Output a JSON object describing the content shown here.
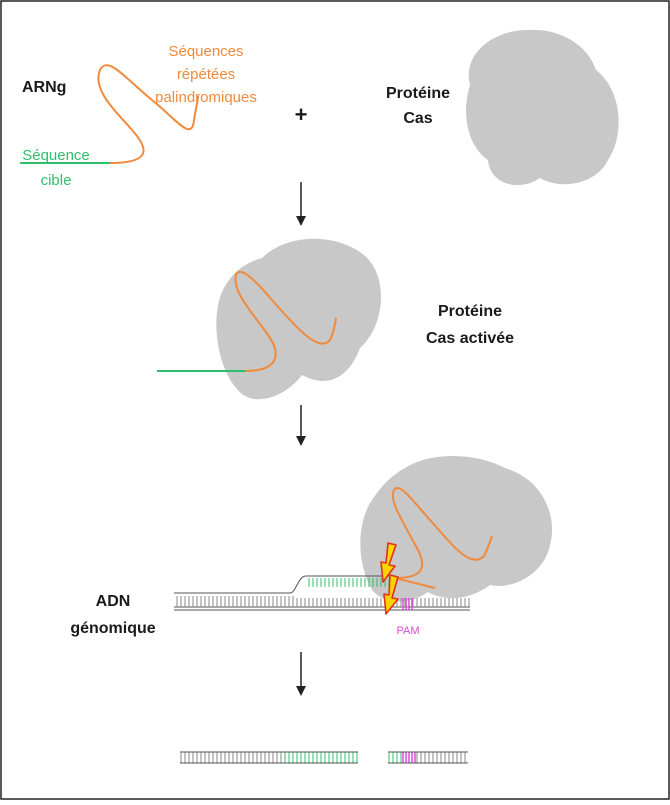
{
  "labels": {
    "arng": "ARNg",
    "sequences_repetees": [
      "Séquences",
      "répétées",
      "palindromiques"
    ],
    "sequence_cible": [
      "Séquence",
      "cible"
    ],
    "plus": "+",
    "proteine_cas": [
      "Protéine",
      "Cas"
    ],
    "proteine_cas_activee": [
      "Protéine",
      "Cas activée"
    ],
    "adn_genomique": [
      "ADN",
      "génomique"
    ],
    "pam": "PAM"
  },
  "colors": {
    "orange": "#f08a3c",
    "green": "#2fbf6a",
    "gray": "#c8c8c8",
    "magenta": "#d94bd9",
    "arrow_fill": "#ffd400",
    "arrow_stroke": "#e0341a",
    "dna": "#7a7a7a"
  }
}
